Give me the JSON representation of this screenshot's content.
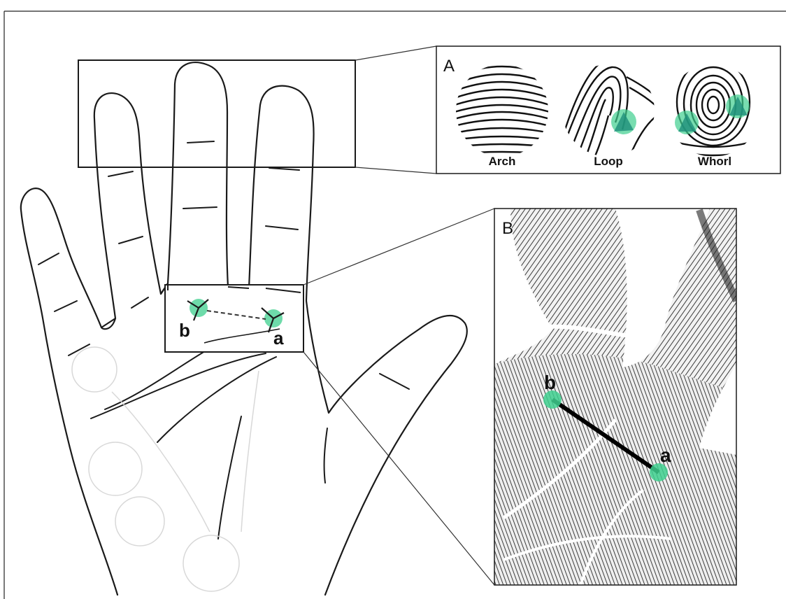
{
  "panel_a": {
    "letter": "A",
    "patterns": [
      {
        "label": "Arch"
      },
      {
        "label": "Loop"
      },
      {
        "label": "Whorl"
      }
    ]
  },
  "panel_b": {
    "letter": "B",
    "point_b": "b",
    "point_a": "a"
  },
  "hand_inset": {
    "point_b": "b",
    "point_a": "a"
  },
  "colors": {
    "triradius_marker": "#3ecf8e",
    "line": "#000000",
    "border": "#1a1a1a"
  }
}
